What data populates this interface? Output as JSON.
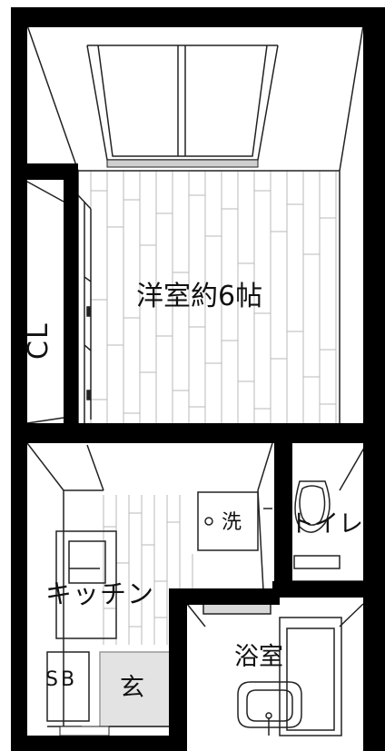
{
  "rooms": {
    "main_room": "洋室約6帖",
    "closet": "CL",
    "kitchen": "キッチン",
    "washer": "洗",
    "toilet": "トイレ",
    "bath": "浴室",
    "shoe_box": "SB",
    "entrance": "玄"
  },
  "colors": {
    "wall": "#000000",
    "line": "#222222",
    "floor_line": "#b8b8b8",
    "entrance_fill": "#e3e3e3",
    "background": "#ffffff"
  }
}
